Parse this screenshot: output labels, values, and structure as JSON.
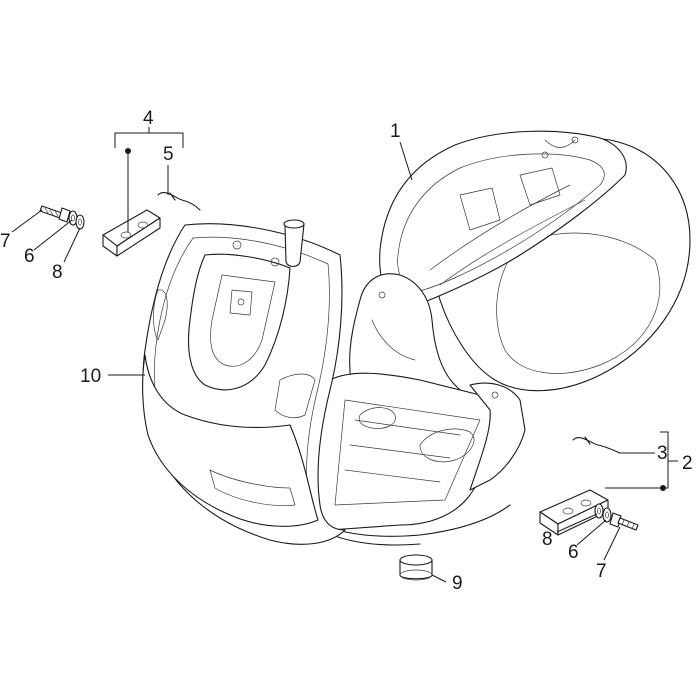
{
  "callouts": {
    "c1": "1",
    "c2": "2",
    "c3": "3",
    "c4": "4",
    "c5": "5",
    "c6_left": "6",
    "c6_right": "6",
    "c7_left": "7",
    "c7_right": "7",
    "c8_left": "8",
    "c8_right": "8",
    "c9": "9",
    "c10": "10"
  },
  "colors": {
    "ink": "#1a1a1a",
    "background": "#ffffff"
  }
}
